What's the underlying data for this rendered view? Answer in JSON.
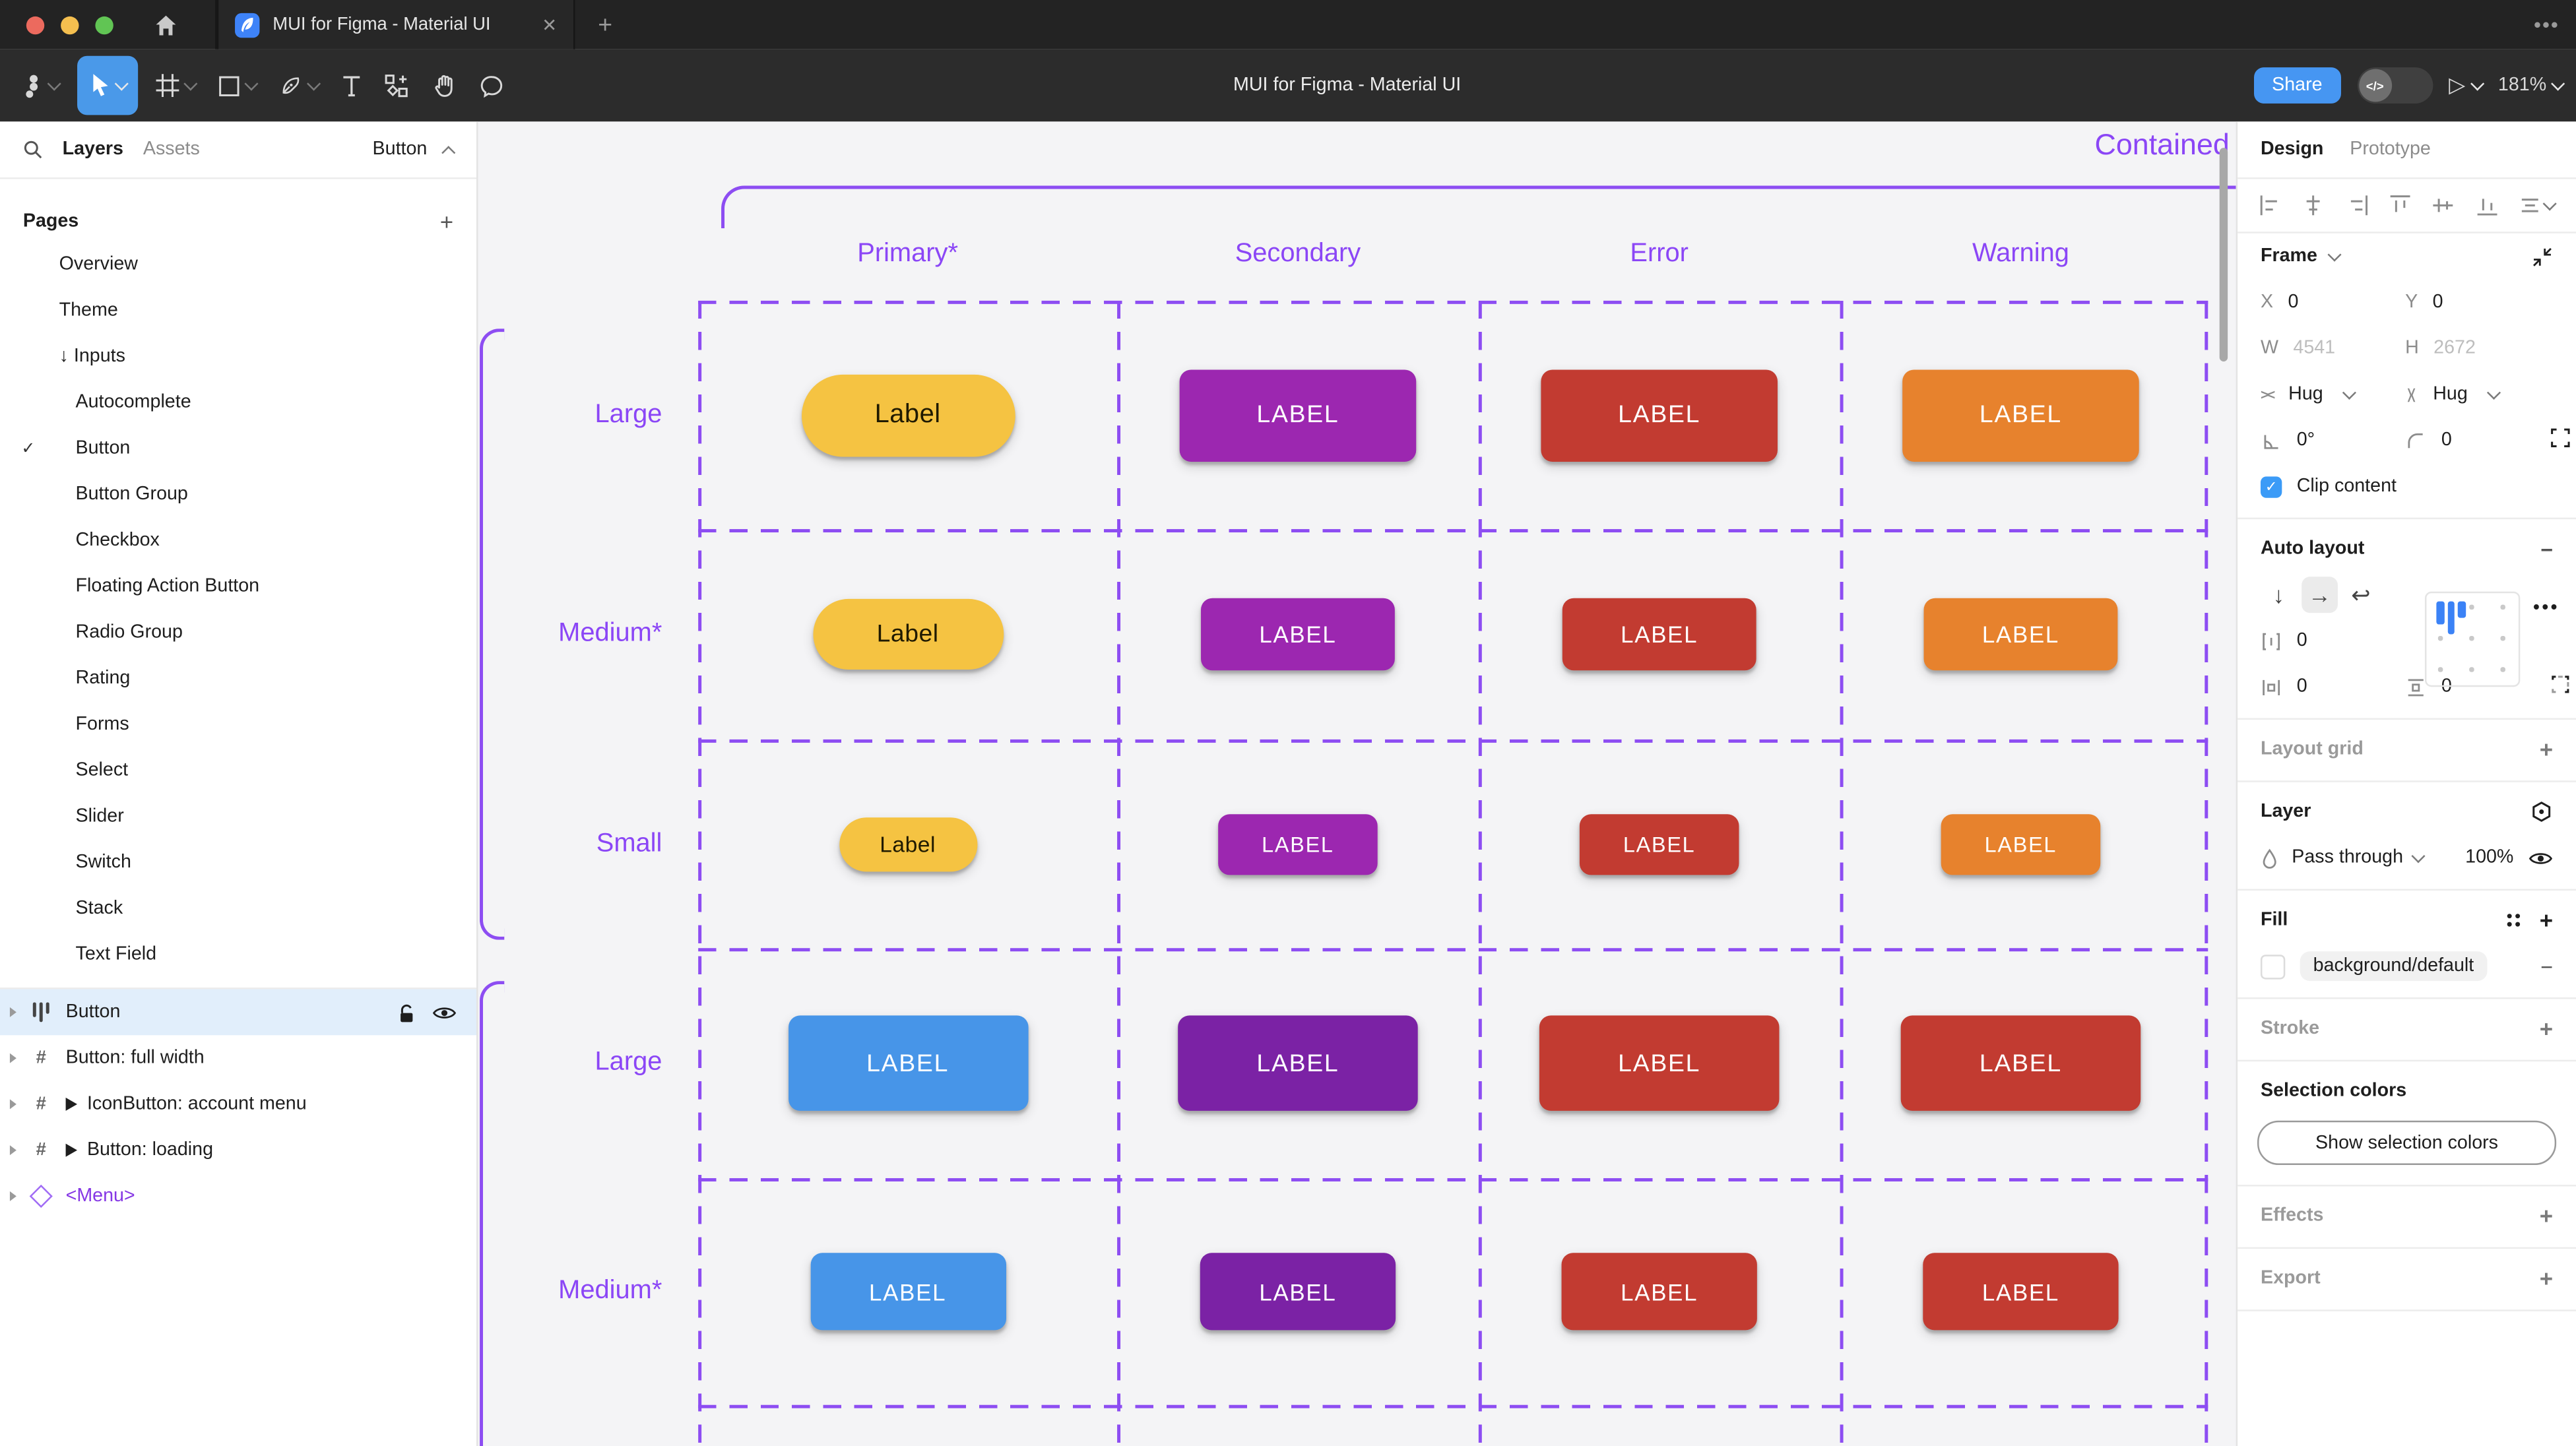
{
  "window": {
    "tab_title": "MUI for Figma - Material UI",
    "close_glyph": "✕",
    "new_tab_glyph": "+",
    "more_glyph": "•••",
    "traffic_lights": [
      "#EC6A5E",
      "#F4BF4F",
      "#61C554"
    ]
  },
  "toolbar": {
    "doc_title": "MUI for Figma - Material UI",
    "share_label": "Share",
    "dev_toggle_glyph": "</>",
    "play_glyph": "▷",
    "zoom_level": "181%",
    "tools": [
      "figma-menu",
      "move-tool",
      "frame-tool",
      "shape-tool",
      "pen-tool",
      "text-tool",
      "components-tool",
      "hand-tool",
      "comment-tool"
    ],
    "accent_blue": "#4A99E9"
  },
  "sidebar": {
    "tabs": {
      "layers": "Layers",
      "assets": "Assets"
    },
    "selector_label": "Button",
    "pages_header": "Pages",
    "add_page_glyph": "+",
    "pages": [
      {
        "label": "Overview",
        "indent": 1,
        "checked": false
      },
      {
        "label": "Theme",
        "indent": 1,
        "checked": false
      },
      {
        "label": "↓ Inputs",
        "indent": 1,
        "checked": false
      },
      {
        "label": "Autocomplete",
        "indent": 2,
        "checked": false
      },
      {
        "label": "Button",
        "indent": 2,
        "checked": true
      },
      {
        "label": "Button Group",
        "indent": 2,
        "checked": false
      },
      {
        "label": "Checkbox",
        "indent": 2,
        "checked": false
      },
      {
        "label": "Floating Action Button",
        "indent": 2,
        "checked": false
      },
      {
        "label": "Radio Group",
        "indent": 2,
        "checked": false
      },
      {
        "label": "Rating",
        "indent": 2,
        "checked": false
      },
      {
        "label": "Forms",
        "indent": 2,
        "checked": false
      },
      {
        "label": "Select",
        "indent": 2,
        "checked": false
      },
      {
        "label": "Slider",
        "indent": 2,
        "checked": false
      },
      {
        "label": "Switch",
        "indent": 2,
        "checked": false
      },
      {
        "label": "Stack",
        "indent": 2,
        "checked": false
      },
      {
        "label": "Text Field",
        "indent": 2,
        "checked": false
      }
    ],
    "layers": [
      {
        "name": "Button",
        "icon": "auto-layout-frame",
        "selected": true,
        "lock": true,
        "eye": true,
        "flow": false,
        "purple": false
      },
      {
        "name": "Button: full width",
        "icon": "frame",
        "selected": false,
        "lock": false,
        "eye": false,
        "flow": false,
        "purple": false
      },
      {
        "name": "IconButton: account menu",
        "icon": "frame",
        "selected": false,
        "lock": false,
        "eye": false,
        "flow": true,
        "purple": false
      },
      {
        "name": "Button: loading",
        "icon": "frame",
        "selected": false,
        "lock": false,
        "eye": false,
        "flow": true,
        "purple": false
      },
      {
        "name": "<Menu>",
        "icon": "instance-diamond",
        "selected": false,
        "lock": false,
        "eye": false,
        "flow": false,
        "purple": true
      }
    ]
  },
  "canvas": {
    "section_title": "Contained",
    "grid_purple": "#8D4DF2",
    "columns": [
      "Primary*",
      "Secondary",
      "Error",
      "Warning"
    ],
    "rows": [
      {
        "label": "Large",
        "buttons": [
          {
            "text": "Label",
            "bg": "#F5C342",
            "fg": "#201A00",
            "pill": true
          },
          {
            "text": "LABEL",
            "bg": "#9C27B0",
            "fg": "#FFFFFF",
            "pill": false
          },
          {
            "text": "LABEL",
            "bg": "#C23B31",
            "fg": "#FFFFFF",
            "pill": false
          },
          {
            "text": "LABEL",
            "bg": "#E7822D",
            "fg": "#FFFFFF",
            "pill": false
          }
        ]
      },
      {
        "label": "Medium*",
        "buttons": [
          {
            "text": "Label",
            "bg": "#F5C342",
            "fg": "#201A00",
            "pill": true
          },
          {
            "text": "LABEL",
            "bg": "#9C27B0",
            "fg": "#FFFFFF",
            "pill": false
          },
          {
            "text": "LABEL",
            "bg": "#C23B31",
            "fg": "#FFFFFF",
            "pill": false
          },
          {
            "text": "LABEL",
            "bg": "#E7822D",
            "fg": "#FFFFFF",
            "pill": false
          }
        ]
      },
      {
        "label": "Small",
        "buttons": [
          {
            "text": "Label",
            "bg": "#F5C342",
            "fg": "#201A00",
            "pill": true
          },
          {
            "text": "LABEL",
            "bg": "#9C27B0",
            "fg": "#FFFFFF",
            "pill": false
          },
          {
            "text": "LABEL",
            "bg": "#C23B31",
            "fg": "#FFFFFF",
            "pill": false
          },
          {
            "text": "LABEL",
            "bg": "#E7822D",
            "fg": "#FFFFFF",
            "pill": false
          }
        ]
      },
      {
        "label": "Large",
        "buttons": [
          {
            "text": "LABEL",
            "bg": "#4795E8",
            "fg": "#FFFFFF",
            "pill": false
          },
          {
            "text": "LABEL",
            "bg": "#7B22A5",
            "fg": "#FFFFFF",
            "pill": false
          },
          {
            "text": "LABEL",
            "bg": "#C23B31",
            "fg": "#FFFFFF",
            "pill": false
          },
          {
            "text": "LABEL",
            "bg": "#C23B31",
            "fg": "#FFFFFF",
            "pill": false
          }
        ]
      },
      {
        "label": "Medium*",
        "buttons": [
          {
            "text": "LABEL",
            "bg": "#4795E8",
            "fg": "#FFFFFF",
            "pill": false
          },
          {
            "text": "LABEL",
            "bg": "#7B22A5",
            "fg": "#FFFFFF",
            "pill": false
          },
          {
            "text": "LABEL",
            "bg": "#C23B31",
            "fg": "#FFFFFF",
            "pill": false
          },
          {
            "text": "LABEL",
            "bg": "#C23B31",
            "fg": "#FFFFFF",
            "pill": false
          }
        ]
      }
    ]
  },
  "panel": {
    "tabs": {
      "design": "Design",
      "prototype": "Prototype"
    },
    "align_icons": [
      "align-left",
      "align-h-center",
      "align-right",
      "align-top",
      "align-v-center",
      "align-bottom",
      "distribute-more"
    ],
    "frame": {
      "title": "Frame",
      "x_label": "X",
      "x": "0",
      "y_label": "Y",
      "y": "0",
      "w_label": "W",
      "w": "4541",
      "h_label": "H",
      "h": "2672",
      "hug_h": "Hug",
      "hug_v": "Hug",
      "angle": "0°",
      "radius": "0",
      "clip_label": "Clip content"
    },
    "auto_layout": {
      "title": "Auto layout",
      "gap": "0",
      "pad_h": "0",
      "pad_v": "0",
      "down_glyph": "↓",
      "right_glyph": "→",
      "wrap_glyph": "↩",
      "more_glyph": "•••"
    },
    "layout_grid": {
      "title": "Layout grid",
      "add_glyph": "+"
    },
    "layer": {
      "title": "Layer",
      "blend_mode": "Pass through",
      "opacity": "100%"
    },
    "fill": {
      "title": "Fill",
      "token": "background/default",
      "remove_glyph": "−",
      "add_glyph": "+"
    },
    "stroke": {
      "title": "Stroke",
      "add_glyph": "+"
    },
    "selection_colors": {
      "title": "Selection colors",
      "button_label": "Show selection colors"
    },
    "effects": {
      "title": "Effects",
      "add_glyph": "+"
    },
    "export": {
      "title": "Export",
      "add_glyph": "+"
    }
  }
}
